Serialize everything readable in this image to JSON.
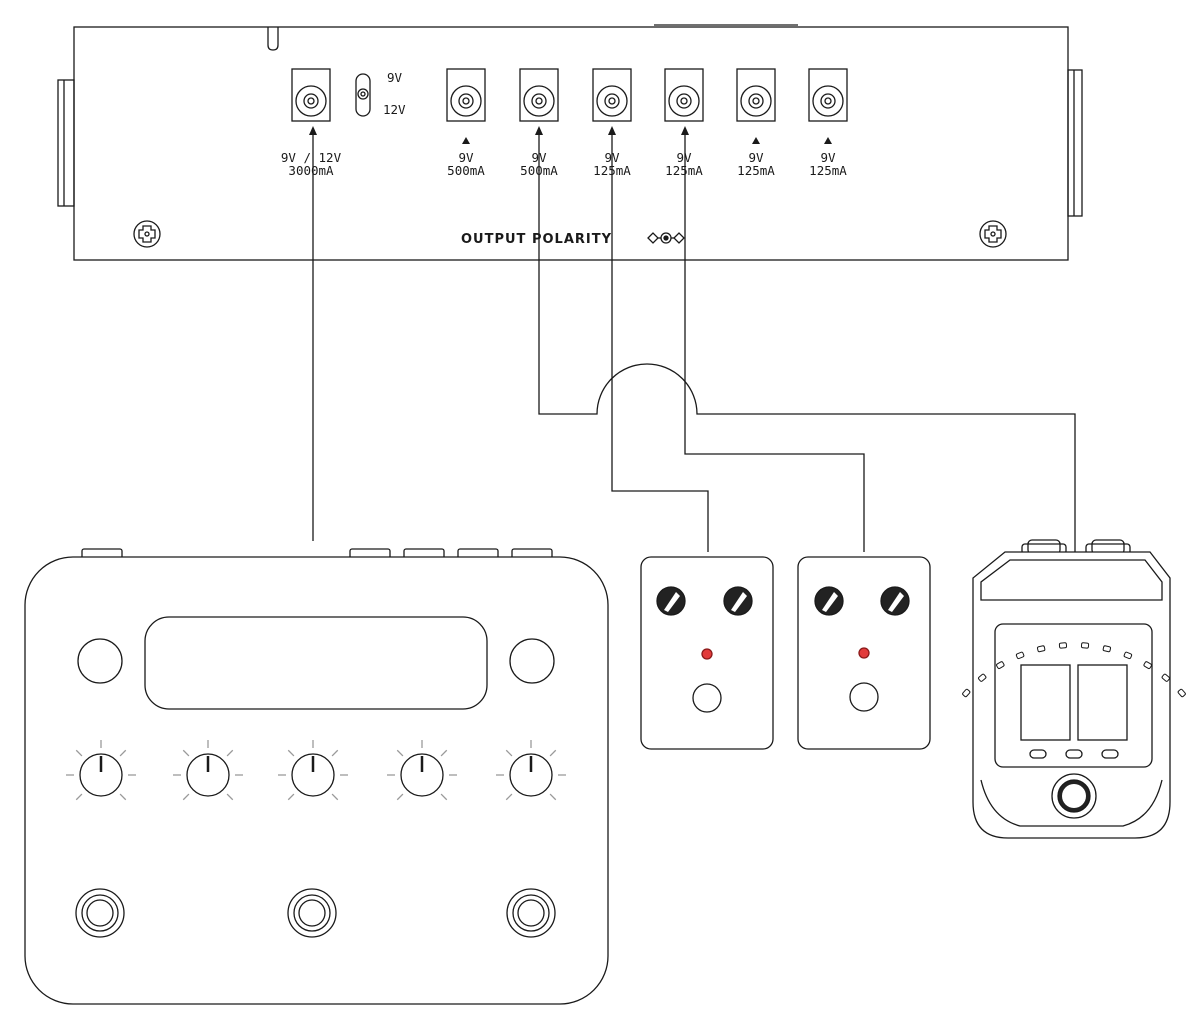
{
  "power_supply": {
    "switch": {
      "upper_label": "9V",
      "lower_label": "12V"
    },
    "outputs": [
      {
        "id": "out1",
        "voltage": "9V / 12V",
        "current": "3000mA"
      },
      {
        "id": "out2",
        "voltage": "9V",
        "current": "500mA"
      },
      {
        "id": "out3",
        "voltage": "9V",
        "current": "500mA"
      },
      {
        "id": "out4",
        "voltage": "9V",
        "current": "125mA"
      },
      {
        "id": "out5",
        "voltage": "9V",
        "current": "125mA"
      },
      {
        "id": "out6",
        "voltage": "9V",
        "current": "125mA"
      },
      {
        "id": "out7",
        "voltage": "9V",
        "current": "125mA"
      }
    ],
    "polarity_label": "OUTPUT POLARITY"
  },
  "devices": {
    "multi_effects": {
      "knob_count": 5,
      "footswitch_count": 3
    },
    "pedal_1": {
      "knob_count": 2,
      "led_color": "#e23b3b"
    },
    "pedal_2": {
      "knob_count": 2,
      "led_color": "#e23b3b"
    },
    "tuner": {
      "segment_count": 12
    }
  },
  "connections": [
    {
      "from": "out1",
      "to": "multi_effects"
    },
    {
      "from": "out3",
      "to": "tuner"
    },
    {
      "from": "out4",
      "to": "pedal_1"
    },
    {
      "from": "out5",
      "to": "pedal_2"
    }
  ],
  "colors": {
    "line": "#1a1a1a",
    "led": "#e23b3b"
  }
}
